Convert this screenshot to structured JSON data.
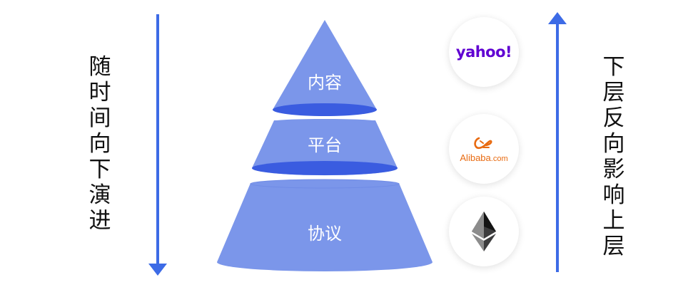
{
  "left_label": "随时间向下演进",
  "right_label": "下层反向影响上层",
  "layers": {
    "top": "内容",
    "middle": "平台",
    "bottom": "协议"
  },
  "logos": {
    "yahoo": "yahoo!",
    "alibaba": "Alibaba",
    "alibaba_suffix": ".com",
    "ethereum": "ethereum-icon"
  },
  "colors": {
    "pyramid_fill": "#7b96ea",
    "pyramid_ellipse": "#3a5ce0",
    "arrow": "#3d6be6",
    "yahoo": "#6001d2",
    "alibaba": "#e86a10"
  }
}
